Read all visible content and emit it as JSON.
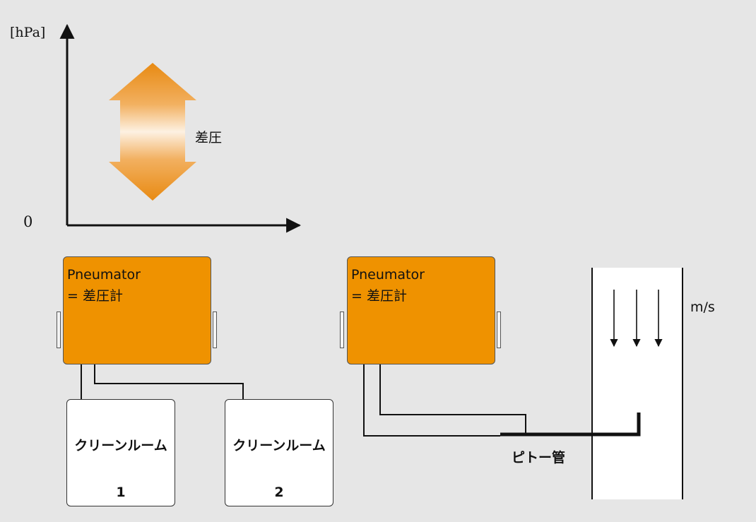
{
  "graph": {
    "y_unit": "[hPa]",
    "origin": "0",
    "arrow_label": "差圧"
  },
  "left_setup": {
    "device": {
      "line1": "Pneumator",
      "line2": "= 差圧計"
    },
    "room1": {
      "line1": "クリーンルーム",
      "line2": "1"
    },
    "room2": {
      "line1": "クリーンルーム",
      "line2": "2"
    }
  },
  "right_setup": {
    "device": {
      "line1": "Pneumator",
      "line2": "= 差圧計"
    },
    "pitot_label": "ピトー管",
    "duct_unit": "m/s"
  },
  "colors": {
    "background": "#e6e6e6",
    "device_fill": "#ef9200",
    "arrow_orange": "#e88a12",
    "line": "#111111"
  }
}
